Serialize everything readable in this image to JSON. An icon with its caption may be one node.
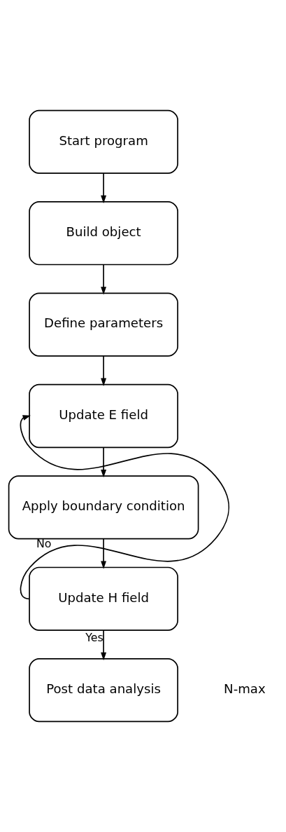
{
  "diagram": {
    "nodes": [
      {
        "text": [
          "Start program"
        ]
      },
      {
        "text": [
          "Build object"
        ]
      },
      {
        "text": [
          "Define parameters"
        ]
      },
      {
        "text": [
          "Update E field"
        ]
      },
      {
        "text": [
          "Apply boundary condition"
        ]
      },
      {
        "text": [
          "Update H field"
        ]
      },
      {
        "text": [
          "Post data analysis"
        ]
      }
    ],
    "edges": [
      {
        "from": 0,
        "to": 1,
        "arrow": "to"
      },
      {
        "from": 1,
        "to": 2,
        "arrow": "to"
      },
      {
        "from": 2,
        "to": 3,
        "arrow": "to"
      },
      {
        "from": 3,
        "to": 4,
        "arrow": "to"
      },
      {
        "from": 4,
        "to": 5,
        "arrow": "to"
      },
      {
        "from": 5,
        "to": 3,
        "arrow": "to",
        "label": "No"
      },
      {
        "from": 5,
        "to": 6,
        "arrow": "to",
        "label": "Yes"
      }
    ],
    "labels": [
      "N-max"
    ]
  }
}
